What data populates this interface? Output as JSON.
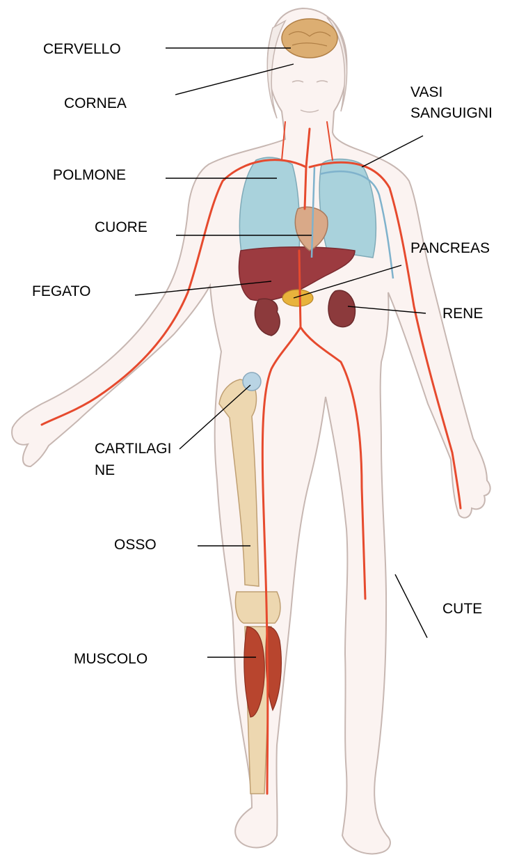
{
  "labels": {
    "cervello": "CERVELLO",
    "cornea": "CORNEA",
    "vasi_1": "VASI",
    "vasi_2": "SANGUIGNI",
    "polmone": "POLMONE",
    "cuore": "CUORE",
    "pancreas": "PANCREAS",
    "fegato": "FEGATO",
    "rene": "RENE",
    "cartilagine_1": "CARTILAGI",
    "cartilagine_2": "NE",
    "osso": "OSSO",
    "cute": "CUTE",
    "muscolo": "MUSCOLO"
  },
  "colors": {
    "skin_fill": "#fbf3f1",
    "skin_outline": "#c7b7b2",
    "vessel": "#e64a2e",
    "vein": "#7fb2cc",
    "lung": "#a9d2dc",
    "liver": "#9c3b40",
    "kidney": "#8c3a3c",
    "heart": "#d9a988",
    "pancreas": "#e8b33c",
    "brain": "#dcae72",
    "bone": "#edd7b0",
    "muscle": "#b8452e",
    "cartilage": "#b9d4e4"
  }
}
